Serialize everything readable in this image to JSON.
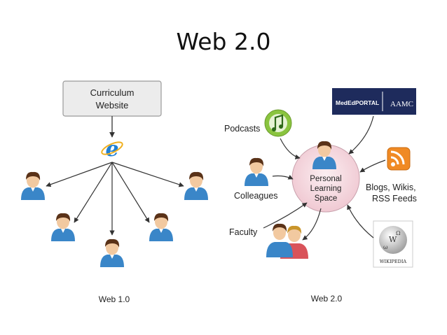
{
  "slide": {
    "title": "Web 2.0"
  },
  "web1": {
    "caption": "Web 1.0",
    "box_line1": "Curriculum",
    "box_line2": "Website"
  },
  "web2": {
    "caption": "Web 2.0",
    "center_line1": "Personal",
    "center_line2": "Learning",
    "center_line3": "Space",
    "podcasts": "Podcasts",
    "colleagues": "Colleagues",
    "faculty": "Faculty",
    "blogs_line1": "Blogs, Wikis,",
    "blogs_line2": "RSS Feeds",
    "mededportal_brand": "MedEdPORTAL",
    "aamc": "AAMC",
    "wikipedia": "WIKIPEDIA"
  },
  "colors": {
    "person_shirt": "#3a86c8",
    "person_skin": "#f2c9a0",
    "person_hair": "#5a3218",
    "center_fill": "#f7dde3",
    "box_fill": "#ececec",
    "rss": "#f08a24",
    "portal": "#1e2b5c"
  },
  "icons": [
    "internet-explorer-icon",
    "itunes-icon",
    "rss-icon",
    "wikipedia-globe-icon",
    "person-icon"
  ]
}
